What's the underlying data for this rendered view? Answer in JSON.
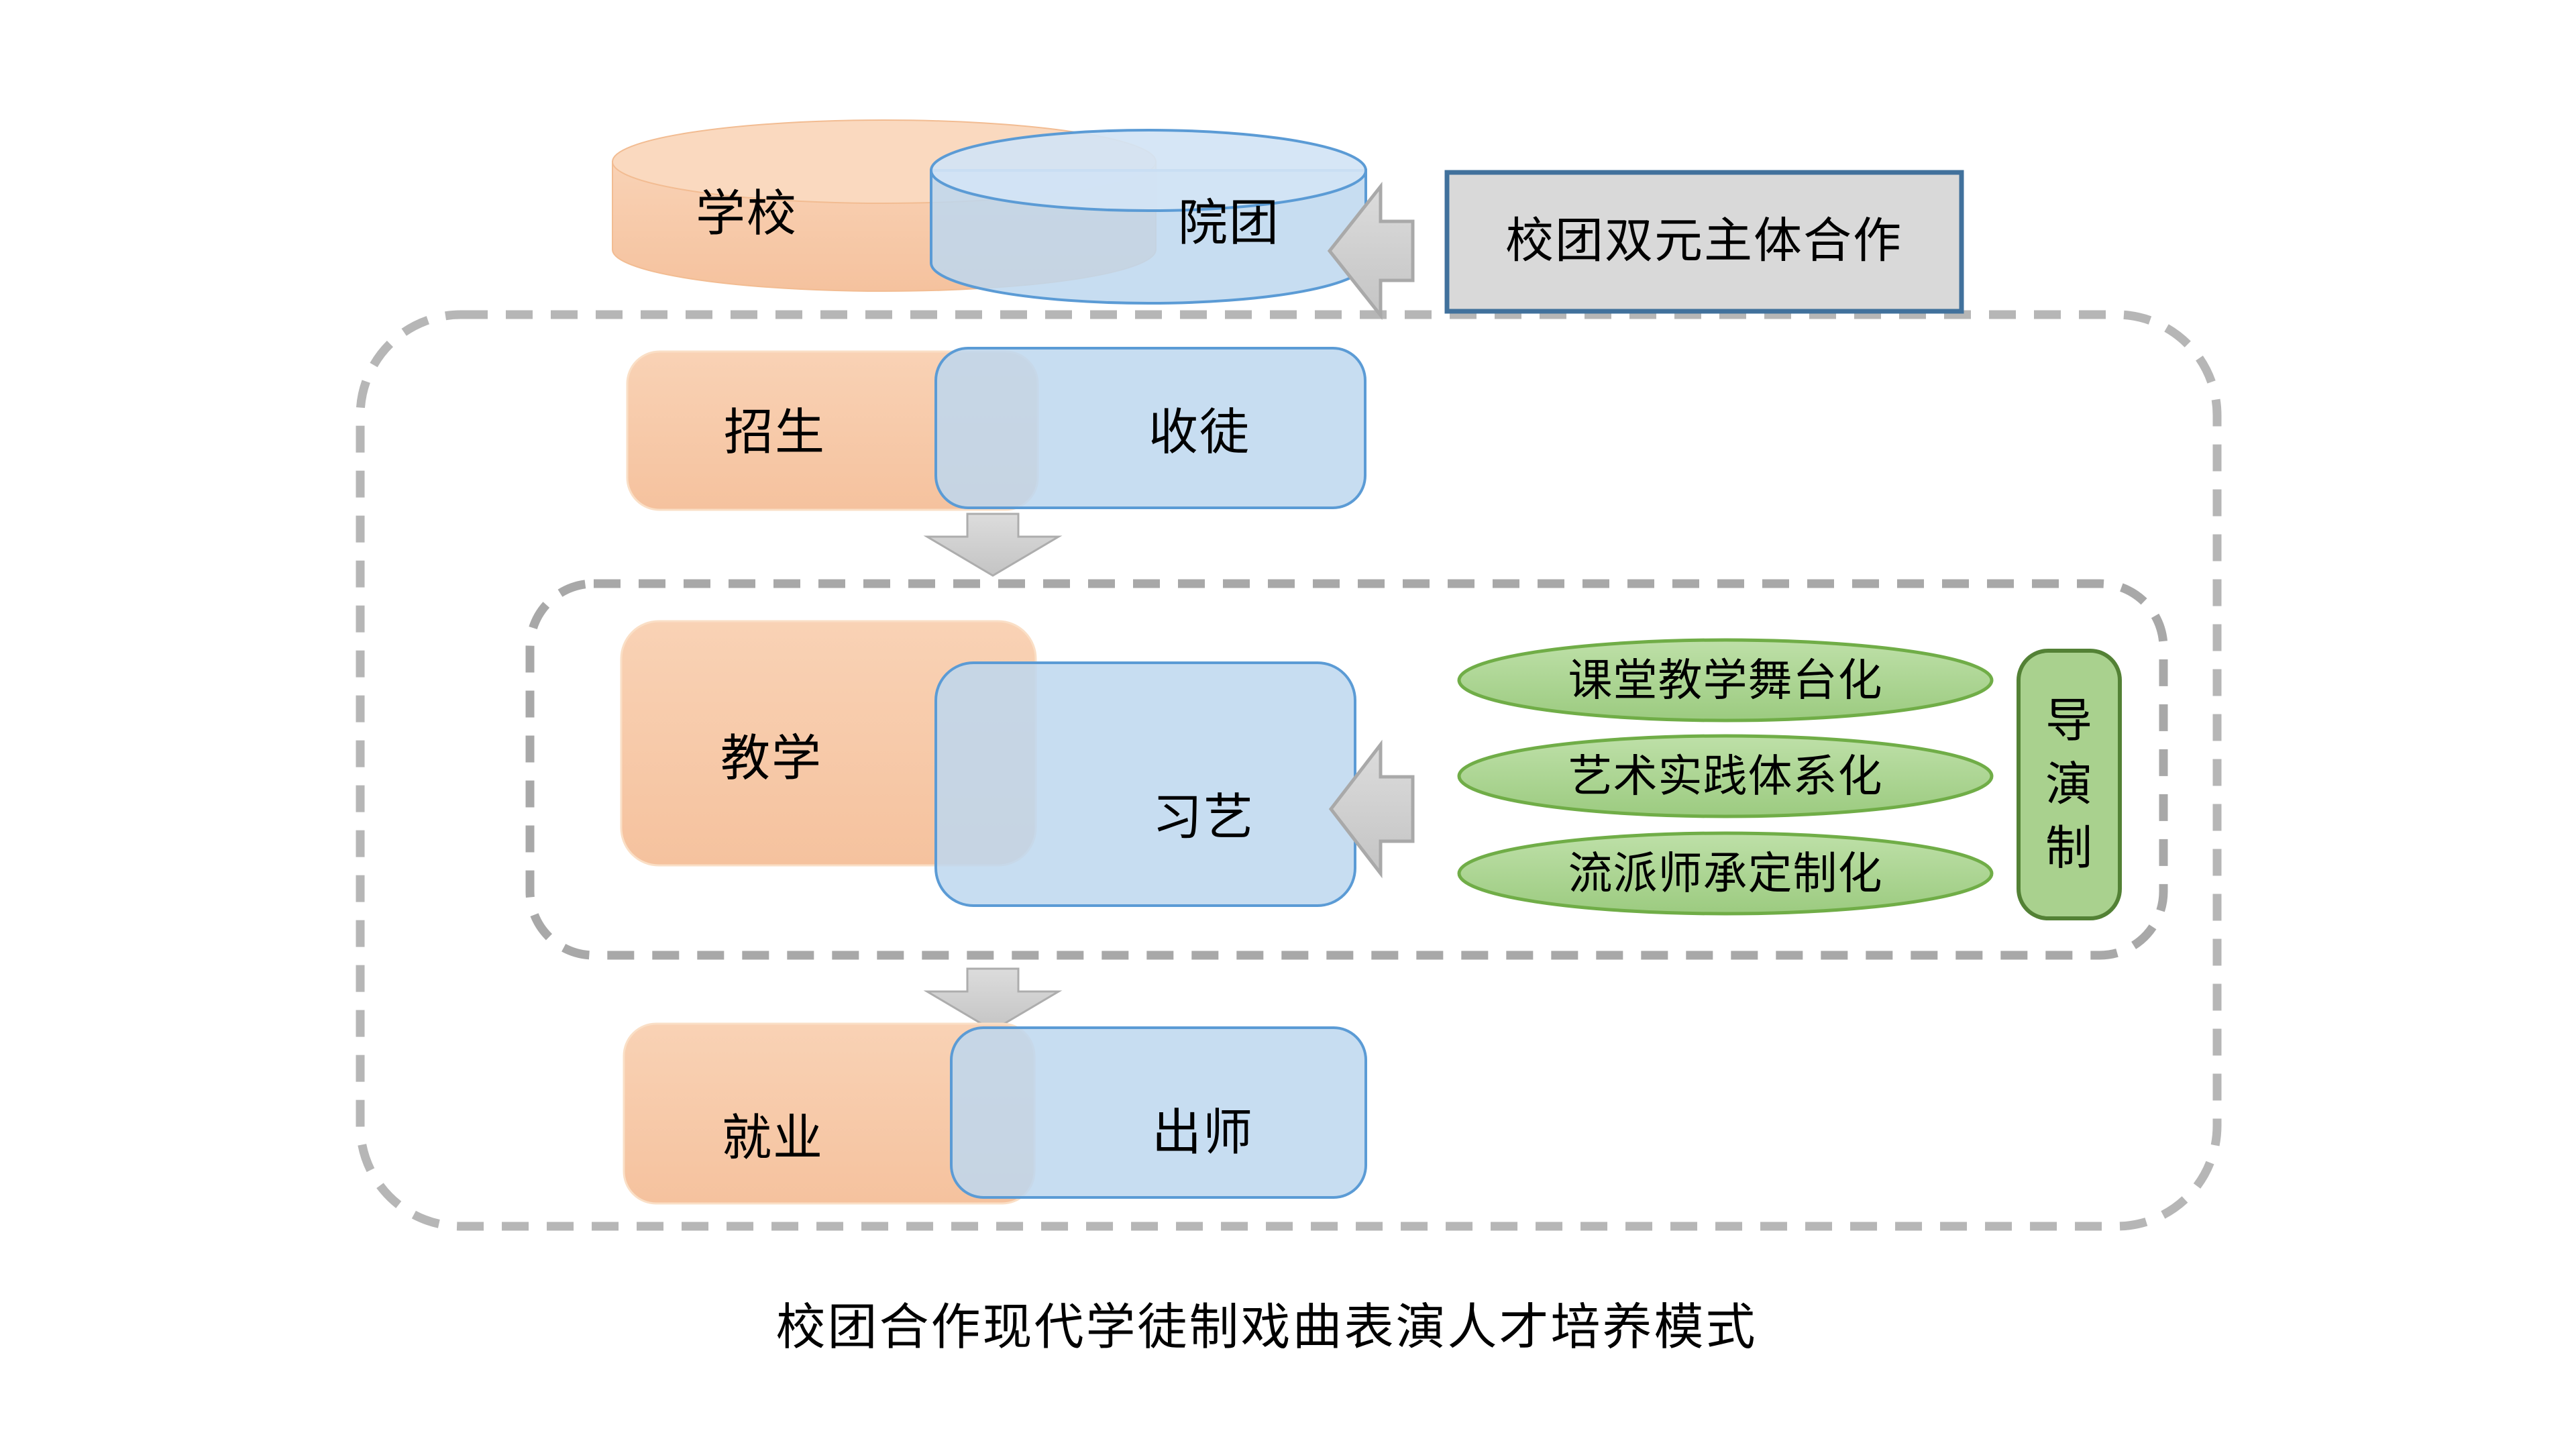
{
  "title_caption": "校团合作现代学徒制戏曲表演人才培养模式",
  "partnership": {
    "school_label": "学校",
    "troupe_label": "院团",
    "cooperation_label": "校团双元主体合作"
  },
  "stages": [
    {
      "school": "招生",
      "troupe": "收徒"
    },
    {
      "school": "教学",
      "troupe": "习艺"
    },
    {
      "school": "就业",
      "troupe": "出师"
    }
  ],
  "teaching_features": [
    "课堂教学舞台化",
    "艺术实践体系化",
    "流派师承定制化"
  ],
  "director_system_label": "导演制",
  "colors": {
    "school_fill": "#F6C7A5",
    "school_top_fill": "#FAD9BF",
    "troupe_fill": "#BDD7EE",
    "troupe_border": "#5B9BD5",
    "feature_fill": "#A9D18E",
    "feature_border": "#70AD47",
    "director_fill": "#A9D18E",
    "director_border": "#538135",
    "cooperation_fill": "#D9D9D9",
    "cooperation_border": "#41719C",
    "arrow_fill": "#D5D5D5",
    "arrow_border": "#A9A9A9",
    "outer_frame_dash": "#B6B6B6",
    "inner_frame_dash": "#A8A8A8"
  }
}
